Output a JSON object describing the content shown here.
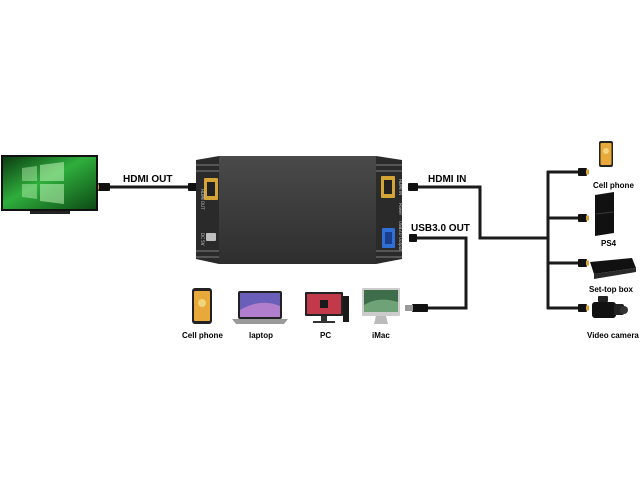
{
  "ports": {
    "hdmi_out": "HDMI OUT",
    "hdmi_in": "HDMI IN",
    "usb_out": "USB3.0 OUT"
  },
  "sources": [
    {
      "label": "Cell phone",
      "icon": "smartphone-icon"
    },
    {
      "label": "PS4",
      "icon": "game-console-icon"
    },
    {
      "label": "Set-top box",
      "icon": "set-top-box-icon"
    },
    {
      "label": "Video camera",
      "icon": "video-camera-icon"
    }
  ],
  "computers": [
    {
      "label": "Cell phone",
      "icon": "smartphone-icon"
    },
    {
      "label": "laptop",
      "icon": "laptop-icon"
    },
    {
      "label": "PC",
      "icon": "desktop-pc-icon"
    },
    {
      "label": "iMac",
      "icon": "imac-icon"
    }
  ],
  "device_labels": {
    "hdmi_out_port": "HDMI OUT",
    "hdmi_in_port": "HDMI IN",
    "usb_port": "USB3.0 Output",
    "power": "Power",
    "dc": "DC 5V"
  },
  "colors": {
    "device_body": "#3a3a3a",
    "cable": "#1a1a1a",
    "hdmi_gold": "#d4a437",
    "usb_blue": "#2f6fd6",
    "tv_screen": "#1f8f2c"
  }
}
